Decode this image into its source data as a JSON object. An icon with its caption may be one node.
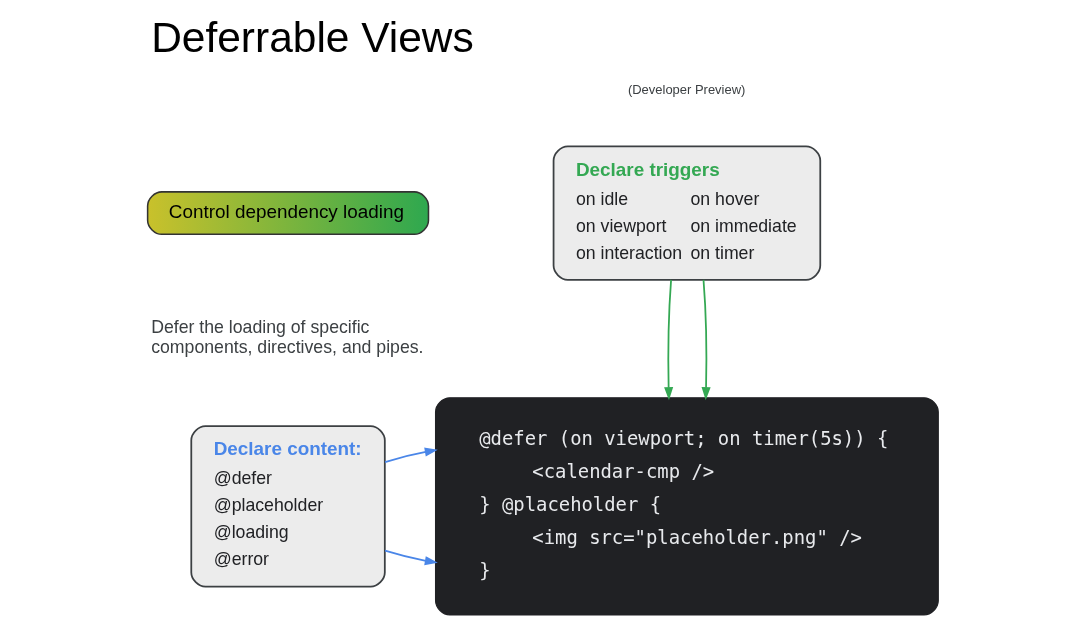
{
  "diagram": {
    "title": "Deferrable Views",
    "nodes": [
      {
        "text": [
          "Control dependency loading"
        ]
      },
      {
        "text": [
          "Declare triggers",
          "on idle",
          "on hover",
          "on viewport",
          "on immediate",
          "on interaction",
          "on timer"
        ]
      },
      {
        "text": [
          "Declare content:",
          "@defer",
          "@placeholder",
          "@loading",
          "@error"
        ]
      },
      {
        "text": [
          "@defer (on viewport; on timer(5s)) {",
          "<calendar-cmp />",
          "} @placeholder {",
          "<img src=\"placeholder.png\" />",
          "}"
        ]
      }
    ],
    "edges": [
      {
        "from": 2,
        "to": 3,
        "arrow": "to",
        "color": "#4a86e8"
      },
      {
        "from": 2,
        "to": 3,
        "arrow": "to",
        "color": "#4a86e8"
      },
      {
        "from": 1,
        "to": 3,
        "arrow": "to",
        "color": "#34a853"
      },
      {
        "from": 1,
        "to": 3,
        "arrow": "to",
        "color": "#34a853"
      }
    ],
    "labels": [
      "(Developer Preview)",
      "Defer the loading of specific components, directives, and pipes."
    ]
  }
}
